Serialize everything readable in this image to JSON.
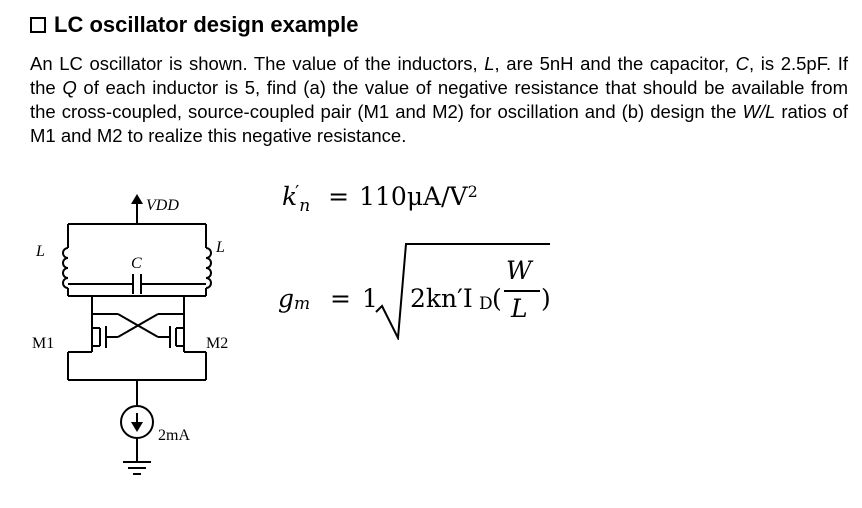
{
  "slide": {
    "title": "LC oscillator design example",
    "problem_parts": [
      "An LC oscillator is shown. The value of the inductors, ",
      "L",
      ", are 5nH and the capacitor, ",
      "C",
      ", is 2.5pF. If the ",
      "Q",
      " of each inductor is 5, find (a) the value of negative resistance that should be available from the cross-coupled, source-coupled pair (M1 and M2) for oscillation and (b) design the ",
      "W/L",
      " ratios of M1 and M2 to realize this negative resistance."
    ]
  },
  "circuit": {
    "supply_label": "VDD",
    "left_inductor_label": "L",
    "right_inductor_label": "L",
    "capacitor_label": "C",
    "transistor_left_label": "M1",
    "transistor_right_label": "M2",
    "current_source_label": "2mA"
  },
  "formulas": {
    "kn_lhs": "k",
    "kn_prime": "′",
    "kn_sub": "n",
    "kn_eq": "=",
    "kn_rhs": "110μA/V",
    "kn_exp": "2",
    "gm_lhs": "g",
    "gm_sub": "m",
    "gm_eq": "=",
    "gm_coef": "1",
    "gm_inner": "2kn′I",
    "gm_inner_sub": "D",
    "gm_lparen": "(",
    "gm_frac_num": "W",
    "gm_frac_den": "L",
    "gm_rparen": ")"
  }
}
